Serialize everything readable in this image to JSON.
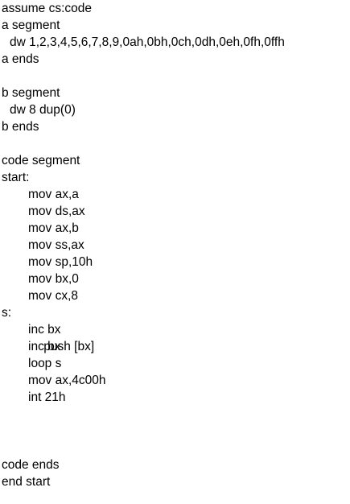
{
  "document": {
    "lines": [
      "assume cs:code",
      "a segment",
      "dw 1,2,3,4,5,6,7,8,9,0ah,0bh,0ch,0dh,0eh,0fh,0ffh",
      "a ends",
      "",
      "b segment",
      "dw 8 dup(0)",
      "b ends",
      "",
      "code segment",
      "start:",
      "mov ax,a",
      "mov ds,ax",
      "mov ax,b",
      "mov ss,ax",
      "mov sp,10h",
      "mov bx,0",
      "mov cx,8",
      "s:",
      "push [bx]",
      "inc bx",
      "inc bx",
      "loop s",
      "mov ax,4c00h",
      "int 21h",
      "",
      "",
      "",
      "code ends",
      "end start"
    ]
  }
}
